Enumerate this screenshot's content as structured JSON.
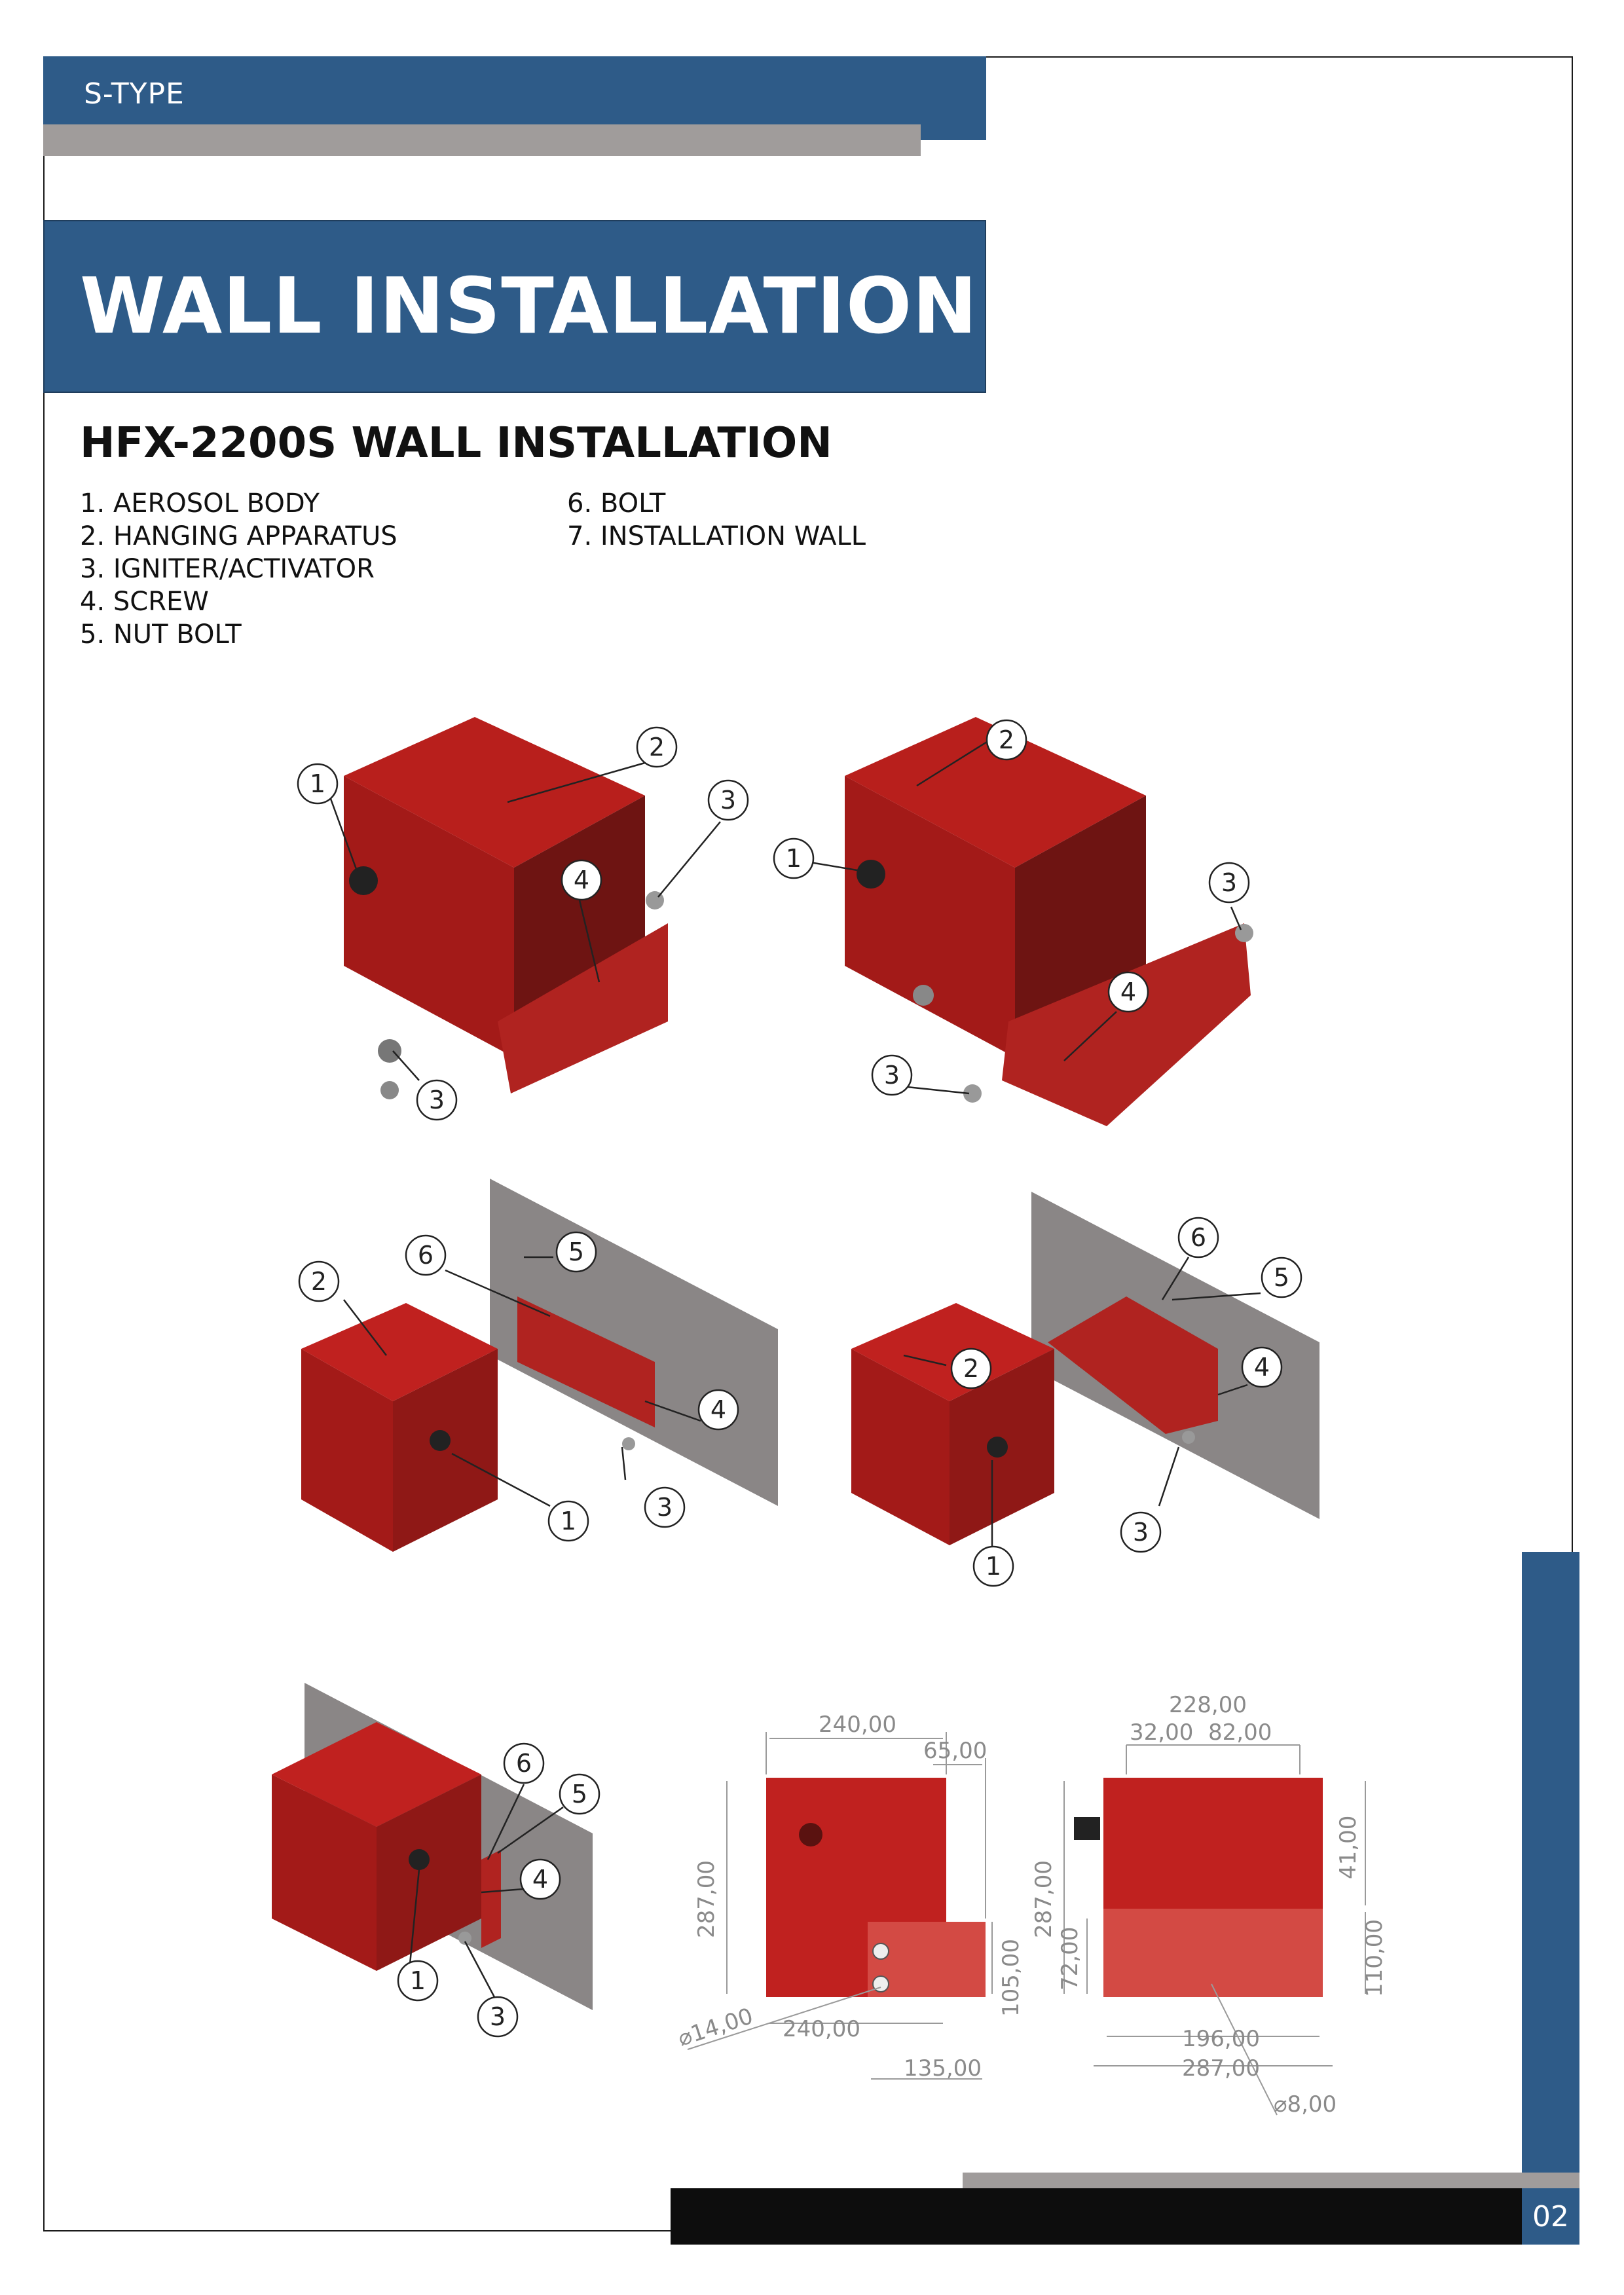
{
  "header": {
    "tab_label": "S-TYPE"
  },
  "title": "WALL INSTALLATION",
  "subtitle": "HFX-2200S WALL INSTALLATION",
  "parts_left": [
    "1. AEROSOL BODY",
    "2. HANGING APPARATUS",
    "3. IGNITER/ACTIVATOR",
    "4. SCREW",
    "5. NUT BOLT"
  ],
  "parts_right": [
    "6. BOLT",
    "7. INSTALLATION WALL"
  ],
  "callout_numbers": [
    "1",
    "2",
    "3",
    "4",
    "5",
    "6"
  ],
  "dimensions_side": {
    "width": "240,00",
    "offset": "65,00",
    "height": "287,00",
    "bracket_height": "105,00",
    "hole_dia": "⌀14,00",
    "base_width": "240,00",
    "bracket_width": "135,00"
  },
  "dimensions_front": {
    "width": "228,00",
    "hole1": "32,00",
    "hole2": "82,00",
    "height": "287,00",
    "top_offset": "41,00",
    "bracket_72": "72,00",
    "bracket_110": "110,00",
    "inner_width": "196,00",
    "outer_width": "287,00",
    "hole_dia": "⌀8,00"
  },
  "page_number": "02",
  "colors": {
    "accent_blue": "#2e5b88",
    "gray_bar": "#a09c9b",
    "product_red": "#c0211f",
    "wall_gray": "#8a8686"
  }
}
